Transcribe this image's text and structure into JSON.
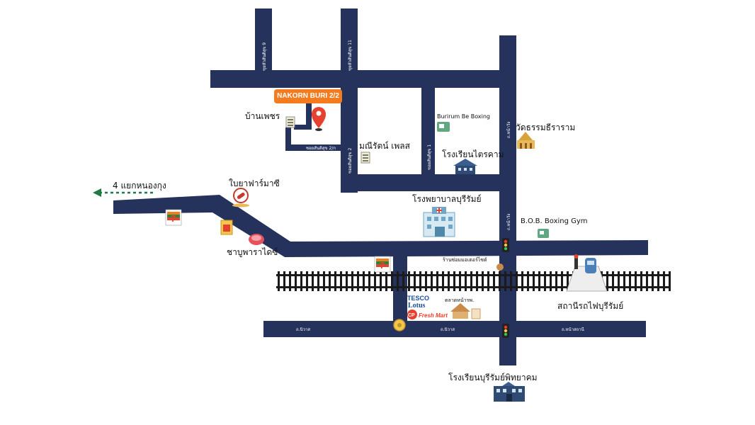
{
  "colors": {
    "road": "#25335c",
    "rail": "#1a1a1a",
    "accent": "#f47c1f",
    "arrow": "#1f7a45",
    "pin": "#e8402e",
    "hospital": "#6fa8c7",
    "school": "#2f4a73",
    "boxing": "#5fa882",
    "temple": "#d8a23c"
  },
  "header": {
    "destination_badge": "NAKORN BURI 2/2"
  },
  "places": {
    "ban_phet": "บ้านเพชร",
    "manirat_place": "มณีรัตน์ เพลส",
    "burirum_be_boxing": "Burirum Be Boxing",
    "wat_thammathirattaram": "วัดธรรมธีราราม",
    "rongrian_trakham": "โรงเรียนไตรคาม",
    "hospital": "โรงพยาบาลบุรีรัมย์",
    "pharmacy": "ใบยาฟาร์มาซี",
    "four_way": "4 แยกหนองกุง",
    "shabu_paradise": "ชาบูพาราไดซ์",
    "bob_gym": "B.O.B. Boxing Gym",
    "motorbike_shop": "ร้านซ่อมมอเตอร์ไซต์",
    "train_station": "สถานีรถไฟบุรีรัมย์",
    "market": "ตลาดหน้ารพ.",
    "school_bottom": "โรงเรียนบุรีรัมย์พิทยาคม"
  },
  "roads": {
    "soi_9": "ซุยหัวสันติสุข 9",
    "soi_11": "ซุยหัวสันติสุข 11",
    "soi_2": "ซอยสันติสุข 2",
    "soi_2_kh": "ซอยสันติสุข 2/ก",
    "soi_1": "ซอยสันติสุข 1",
    "nawang_up": "ถ.หน้าวัง",
    "nawang_down": "ถ.หน้าวัง",
    "niwat_left": "ถ.นิวาส",
    "niwat_right": "ถ.นิวาส",
    "na_sathani": "ถ.หน้าสถานี"
  },
  "brands": {
    "seven_eleven": "7",
    "seven_eleven_sub": "ELEVEn",
    "tesco": "TESCO",
    "lotus": "Lotus",
    "cp": "CP",
    "freshmart": "Fresh Mart"
  },
  "icons": [
    "location-pin-icon",
    "apartment-icon",
    "pharmacy-icon",
    "seven-eleven-icon",
    "tea-shop-icon",
    "shabu-icon",
    "boxing-icon",
    "temple-icon",
    "school-icon",
    "hospital-icon",
    "traffic-light-icon",
    "train-icon",
    "gas-station-icon",
    "motorbike-icon",
    "market-icon"
  ]
}
